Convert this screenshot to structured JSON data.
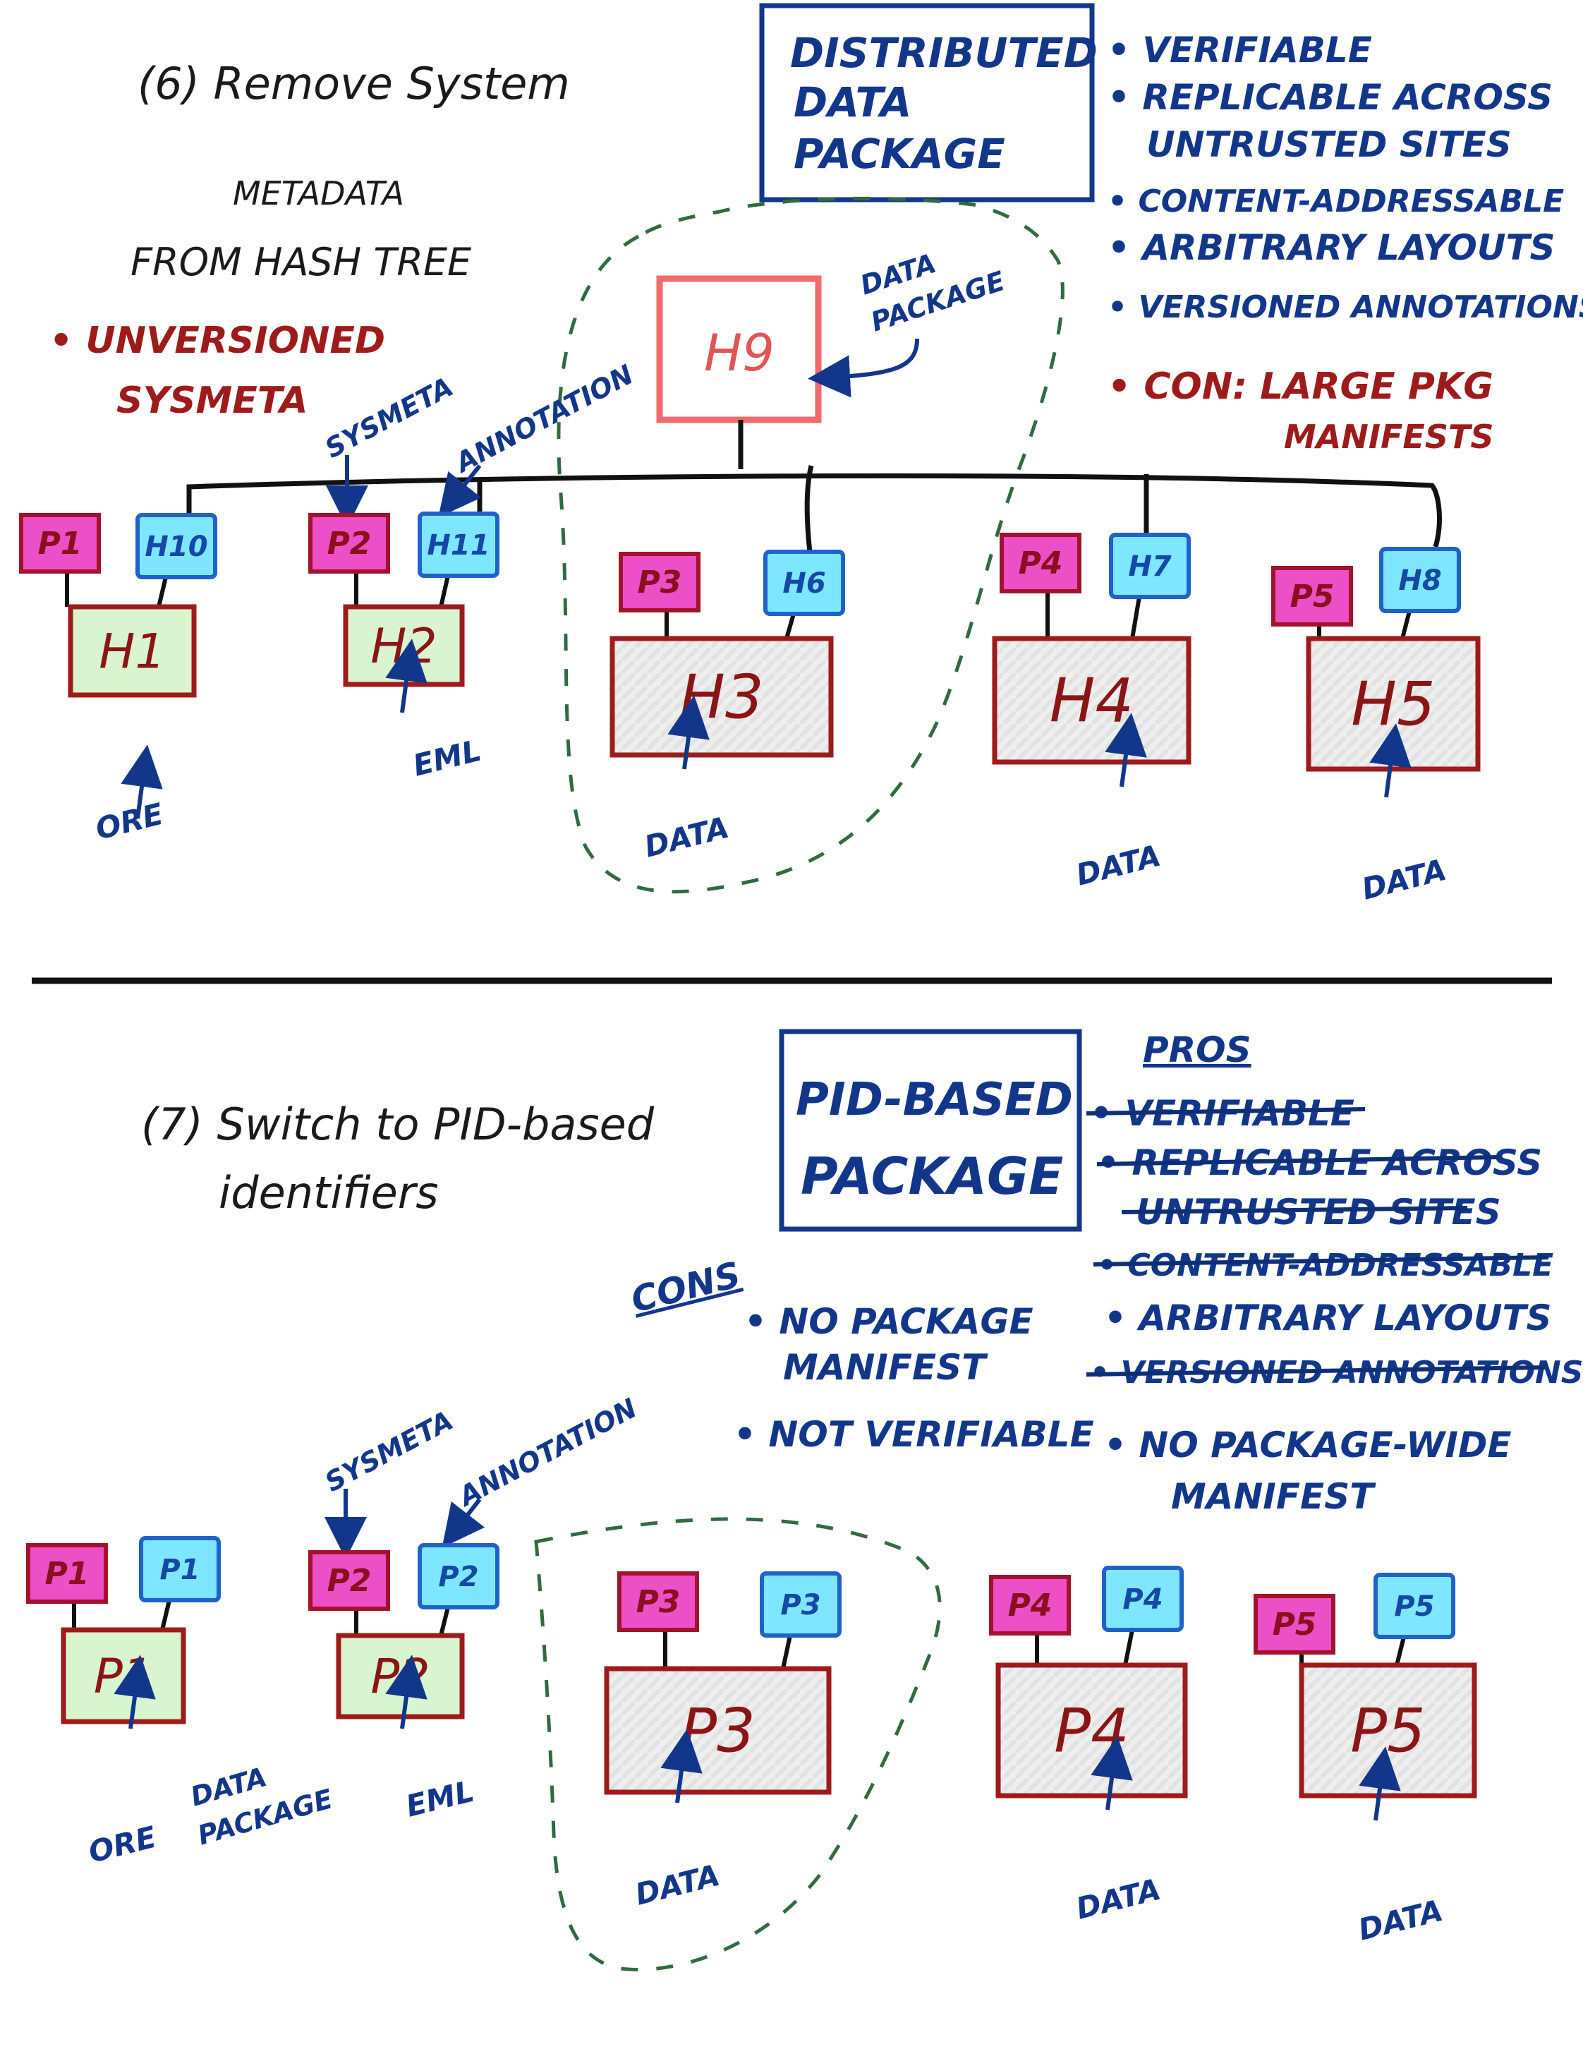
{
  "section6": {
    "heading_line1": "(6) Remove System",
    "heading_line2": "METADATA",
    "heading_line3": "FROM HASH TREE",
    "red_note_line1": "• UNVERSIONED",
    "red_note_line2": "SYSMETA",
    "box_title_line1": "DISTRIBUTED",
    "box_title_line2": "DATA",
    "box_title_line3": "PACKAGE",
    "pros": [
      "• VERIFIABLE",
      "• REPLICABLE ACROSS",
      "UNTRUSTED SITES",
      "• CONTENT-ADDRESSABLE",
      "• ARBITRARY LAYOUTS",
      "• VERSIONED ANNOTATIONS"
    ],
    "con_line1": "• CON: LARGE PKG",
    "con_line2": "MANIFESTS",
    "root_label": "H9",
    "root_annotation_line1": "DATA",
    "root_annotation_line2": "PACKAGE",
    "sysmeta_label": "SYSMETA",
    "annotation_label": "ANNOTATION",
    "nodes": [
      {
        "p": "P1",
        "h": "H10",
        "main": "H1",
        "caption": "ORE"
      },
      {
        "p": "P2",
        "h": "H11",
        "main": "H2",
        "caption": "EML"
      },
      {
        "p": "P3",
        "h": "H6",
        "main": "H3",
        "caption": "DATA"
      },
      {
        "p": "P4",
        "h": "H7",
        "main": "H4",
        "caption": "DATA"
      },
      {
        "p": "P5",
        "h": "H8",
        "main": "H5",
        "caption": "DATA"
      }
    ]
  },
  "section7": {
    "heading_line1": "(7) Switch to PID-based",
    "heading_line2": "identifiers",
    "box_title_line1": "PID-BASED",
    "box_title_line2": "PACKAGE",
    "pros_title": "PROS",
    "pros": [
      "• VERIFIABLE",
      "• REPLICABLE ACROSS",
      "UNTRUSTED SITES",
      "• CONTENT-ADDRESSABLE",
      "• ARBITRARY LAYOUTS",
      "• VERSIONED ANNOTATIONS",
      "• NO PACKAGE-WIDE",
      "MANIFEST"
    ],
    "cons_title": "CONS",
    "cons": [
      "• NO PACKAGE",
      "MANIFEST",
      "• NOT VERIFIABLE"
    ],
    "sysmeta_label": "SYSMETA",
    "annotation_label": "ANNOTATION",
    "data_package_line1": "DATA",
    "data_package_line2": "PACKAGE",
    "nodes": [
      {
        "p": "P1",
        "h": "P1",
        "main": "P1",
        "caption": "ORE"
      },
      {
        "p": "P2",
        "h": "P2",
        "main": "P2",
        "caption": "EML"
      },
      {
        "p": "P3",
        "h": "P3",
        "main": "P3",
        "caption": "DATA"
      },
      {
        "p": "P4",
        "h": "P4",
        "main": "P4",
        "caption": "DATA"
      },
      {
        "p": "P5",
        "h": "P5",
        "main": "P5",
        "caption": "DATA"
      }
    ]
  },
  "colors": {
    "ink_blue": "#12378a",
    "ink_red": "#9e1b1b",
    "sysmeta_fill": "#ec4fc6",
    "annotation_fill": "#7fe6ff",
    "metadata_fill": "#d9f5cf",
    "data_fill": "#ececec",
    "root_stroke": "#f06b6b",
    "package_dash": "#2f6b3f"
  }
}
